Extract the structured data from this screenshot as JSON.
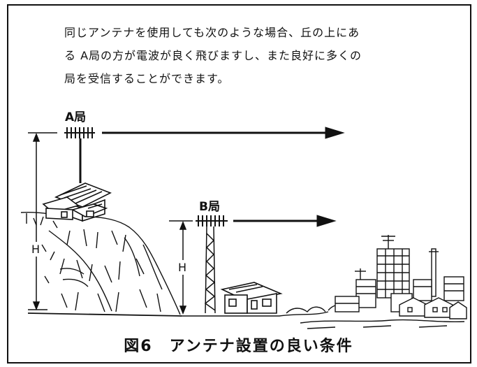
{
  "intro": {
    "lines": [
      "同じアンテナを使用しても次のような場合、丘の上にあ",
      "る A局の方が電波が良く飛びますし、また良好に多くの",
      "局を受信することができます。"
    ]
  },
  "labels": {
    "station_a": "A局",
    "station_b": "B局",
    "height_a": "H",
    "height_b": "H"
  },
  "caption": "図6　アンテナ設置の良い条件",
  "colors": {
    "ink": "#111111",
    "paper": "#ffffff"
  }
}
